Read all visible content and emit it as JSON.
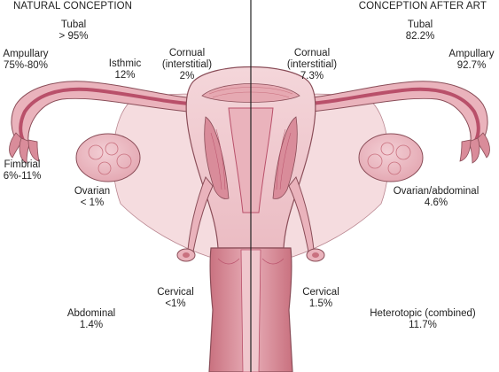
{
  "headings": {
    "left": "NATURAL CONCEPTION",
    "right": "CONCEPTION AFTER ART"
  },
  "natural": {
    "tubal": {
      "name": "Tubal",
      "value": "> 95%"
    },
    "ampullary": {
      "name": "Ampullary",
      "value": "75%-80%"
    },
    "isthmic": {
      "name": "Isthmic",
      "value": "12%"
    },
    "cornual": {
      "name_line1": "Cornual",
      "name_line2": "(interstitial)",
      "value": "2%"
    },
    "fimbrial": {
      "name": "Fimbrial",
      "value": "6%-11%"
    },
    "ovarian": {
      "name": "Ovarian",
      "value": "< 1%"
    },
    "cervical": {
      "name": "Cervical",
      "value": "<1%"
    },
    "abdominal": {
      "name": "Abdominal",
      "value": "1.4%"
    }
  },
  "art": {
    "tubal": {
      "name": "Tubal",
      "value": "82.2%"
    },
    "ampullary": {
      "name": "Ampullary",
      "value": "92.7%"
    },
    "cornual": {
      "name_line1": "Cornual",
      "name_line2": "(interstitial)",
      "value": "7.3%"
    },
    "ovarian_abdominal": {
      "name": "Ovarian/abdominal",
      "value": "4.6%"
    },
    "cervical": {
      "name": "Cervical",
      "value": "1.5%"
    },
    "heterotopic": {
      "name": "Heterotopic (combined)",
      "value": "11.7%"
    }
  },
  "colors": {
    "tissue_light": "#f2cfd3",
    "tissue_mid": "#e6a9b2",
    "tissue_dark": "#c9717f",
    "lumen": "#b9506a",
    "outline": "#8a4d58",
    "divider": "#222222"
  }
}
